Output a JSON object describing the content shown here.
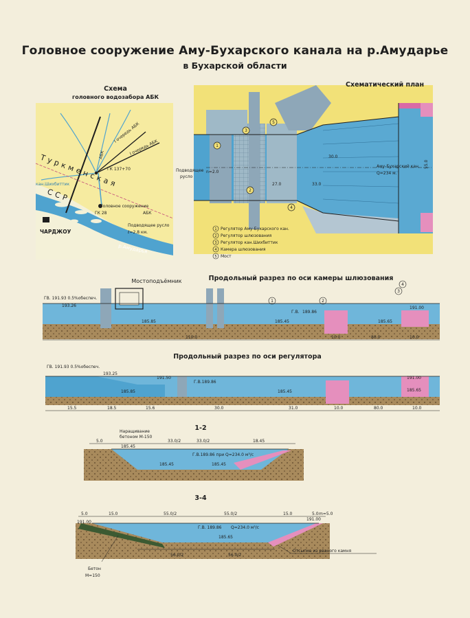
{
  "title": "Головное сооружение Аму-Бухарского канала на р.Амударье",
  "subtitle": "в Бухарской области",
  "schema": {
    "title1": "Схема",
    "title2": "головного водозабора АБК",
    "region1": "Туркменская",
    "region2": "ССР",
    "canal1": "I очередь АБК",
    "canal2": "I очередь АБК",
    "abk": "АБК",
    "canal_name": "кан.Шихбиттик",
    "gk1": "ГК 137+70",
    "gk2": "ГК 28",
    "head": "Головное сооружение",
    "head2": "АБК",
    "city": "ЧАРДЖОУ",
    "inflow": "Подводящее русло",
    "inflow_len": "ℓ=2.8 км.",
    "river": "р.Амударья"
  },
  "plan": {
    "title": "Схематический план",
    "inflow1": "Подводящее",
    "inflow2": "русло",
    "canal": "Аму-Бухарский кан.",
    "q": "Q=234 м.",
    "dim1": "30.0",
    "dim2": "27.0",
    "dim3": "33.0",
    "dim4": "55.0",
    "dim5": "n=2.0",
    "legend": [
      {
        "num": "1",
        "text": "Регулятор Аму-Бухарского кан."
      },
      {
        "num": "2",
        "text": "Регулятор шлюзования"
      },
      {
        "num": "3",
        "text": "Регулятор кан.Шихбиттик"
      },
      {
        "num": "4",
        "text": "Камера шлюзования"
      },
      {
        "num": "5",
        "text": "Мост"
      }
    ]
  },
  "sec1": {
    "title": "Продольный разрез по оси камеры шлюзования",
    "lift": "Мостоподъёмник",
    "gv": "ГВ. 191.93 0.5%обеспеч.",
    "e1": "193.26",
    "e2": "189.86",
    "e3": "185.85",
    "e4": "185.45",
    "e5": "185.65",
    "e6": "191.00",
    "gv2": "Г.В.",
    "n1": "1",
    "n2": "2",
    "n3": "3",
    "n4": "4",
    "d1": "110.0",
    "d2": "10.0",
    "d3": "80.0",
    "d4": "10.0"
  },
  "sec2": {
    "title": "Продольный разрез по оси регулятора",
    "gv": "ГВ. 191.93 0.5%обеспеч.",
    "e1": "193.25",
    "e2": "191.50",
    "e3": "Г.В.189.86",
    "e4": "185.85",
    "e5": "185.45",
    "e6": "191.00",
    "e7": "185.65",
    "dims": [
      "15.5",
      "18.5",
      "15.6",
      "30.0",
      "31.0",
      "10.0",
      "80.0",
      "10.0"
    ]
  },
  "sec3": {
    "title": "1-2",
    "note1": "Наращивание",
    "note2": "бетоном М-150",
    "d1": "5.0",
    "d2": "185.45",
    "d3": "33.0/2",
    "d4": "33.0/2",
    "d5": "18.45",
    "wl": "Г.В.189.86  при Q=234.0 м³/с",
    "b1": "185.45",
    "b2": "185.45"
  },
  "sec4": {
    "title": "3-4",
    "dims_top": [
      "5.0",
      "15.0",
      "55.0/2",
      "55.0/2",
      "15.0",
      "5.0"
    ],
    "e1": "191.00",
    "e2": "191.00",
    "m": "m=5.0",
    "wl": "Г.В. 189.86",
    "q": "Q=234.0 м³/с",
    "b": "185.65",
    "dims_bot": [
      "56.0/2",
      "56.0/2"
    ],
    "concrete1": "Бетон",
    "concrete2": "М=150",
    "rock": "Отсыпка из рваного камня"
  }
}
